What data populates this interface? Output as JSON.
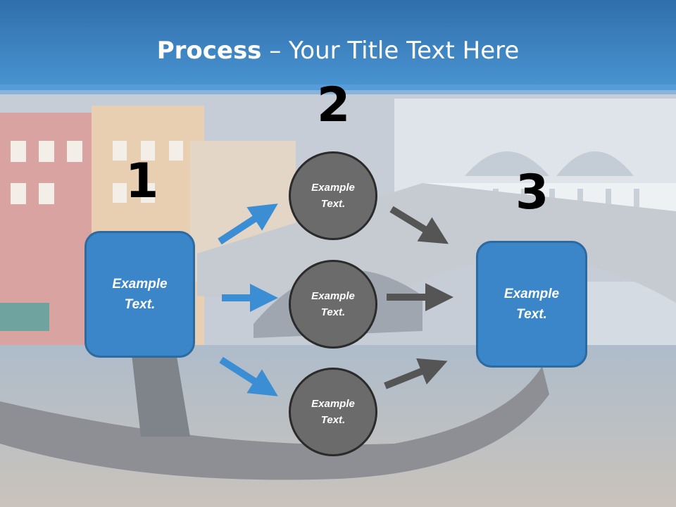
{
  "title": {
    "bold": "Process",
    "rest": " – Your Title Text Here"
  },
  "steps": {
    "one": "1",
    "two": "2",
    "three": "3"
  },
  "left_box": {
    "line1": "Example",
    "line2": "Text."
  },
  "right_box": {
    "line1": "Example",
    "line2": "Text."
  },
  "circles": [
    {
      "line1": "Example",
      "line2": "Text."
    },
    {
      "line1": "Example",
      "line2": "Text."
    },
    {
      "line1": "Example",
      "line2": "Text."
    }
  ],
  "colors": {
    "header": "#3a82c0",
    "box": "#3a86c8",
    "circle": "#6b6b6b",
    "blue_arrow": "#3b8ed4",
    "dark_arrow": "#555555"
  }
}
